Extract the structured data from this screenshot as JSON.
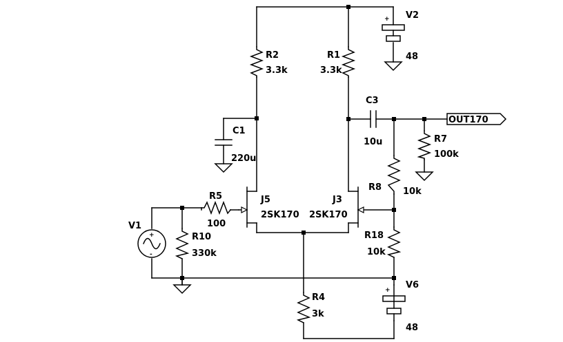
{
  "components": {
    "V2": {
      "name": "V2",
      "value": "48",
      "plus": "+"
    },
    "V6": {
      "name": "V6",
      "value": "48",
      "plus": "+"
    },
    "V1": {
      "name": "V1",
      "plus": "+",
      "minus": "-"
    },
    "R1": {
      "name": "R1",
      "value": "3.3k"
    },
    "R2": {
      "name": "R2",
      "value": "3.3k"
    },
    "R4": {
      "name": "R4",
      "value": "3k"
    },
    "R5": {
      "name": "R5",
      "value": "100"
    },
    "R7": {
      "name": "R7",
      "value": "100k"
    },
    "R8": {
      "name": "R8",
      "value": "10k"
    },
    "R10": {
      "name": "R10",
      "value": "330k"
    },
    "R18": {
      "name": "R18",
      "value": "10k"
    },
    "C1": {
      "name": "C1",
      "value": "220u"
    },
    "C3": {
      "name": "C3",
      "value": "10u"
    },
    "J5": {
      "name": "J5",
      "value": "2SK170"
    },
    "J3": {
      "name": "J3",
      "value": "2SK170"
    }
  },
  "output_label": "OUT170"
}
